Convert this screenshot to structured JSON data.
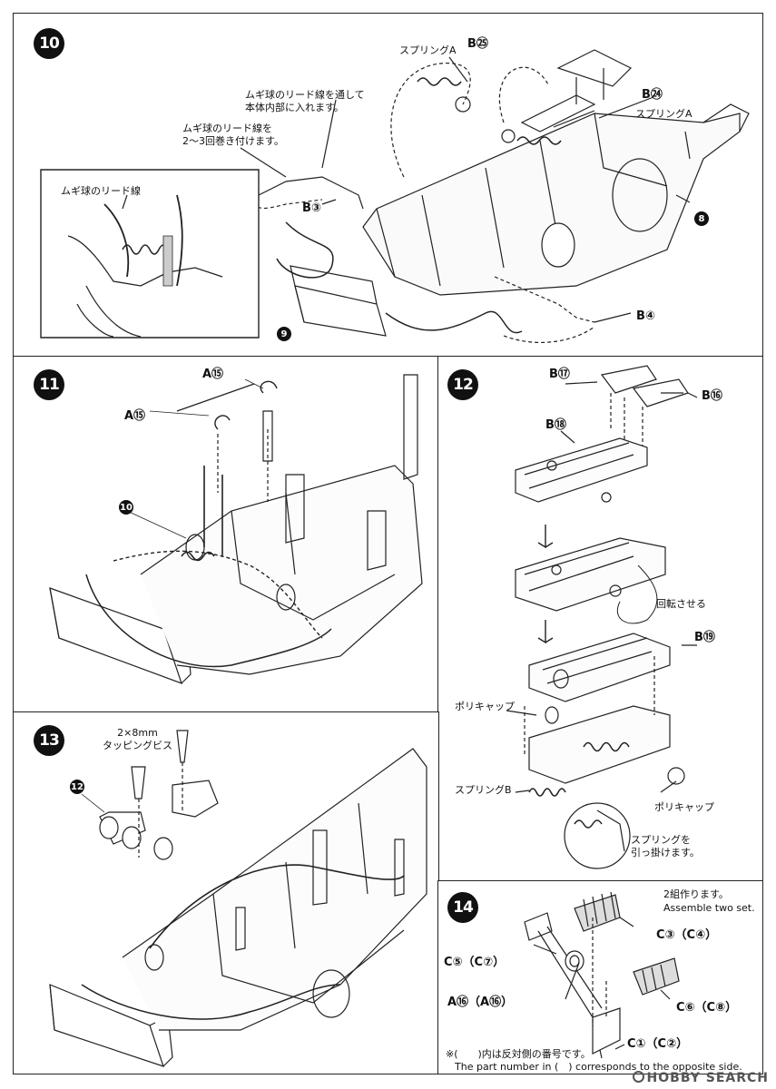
{
  "step10": {
    "number": "10",
    "label_spring_a_top": "スプリングA",
    "label_b25": "B㉕",
    "label_b24": "B㉔",
    "label_spring_a_right": "スプリングA",
    "label_lead_through": "ムギ球のリード線を通して\n本体内部に入れます。",
    "label_lead_wind": "ムギ球のリード線を\n2～3回巻き付けます。",
    "inset_title": "ムギ球のリード線",
    "label_b3": "B③",
    "label_b4": "B④",
    "ref_8": "8",
    "ref_9": "9"
  },
  "step11": {
    "number": "11",
    "label_a15_top": "A⑮",
    "label_a15_left": "A⑮",
    "ref_10": "10"
  },
  "step12": {
    "number": "12",
    "label_b17": "B⑰",
    "label_b16": "B⑯",
    "label_b18": "B⑱",
    "label_rotate": "回転させる",
    "label_b19": "B⑲",
    "label_polycap_left": "ポリキャップ",
    "label_spring_b": "スプリングB",
    "label_polycap_right": "ポリキャップ",
    "label_hook_spring": "スプリングを\n引っ掛けます。"
  },
  "step13": {
    "number": "13",
    "label_screw": "2×8mm\nタッピングビス",
    "ref_12": "12"
  },
  "step14": {
    "number": "14",
    "label_assemble_jp": "2組作ります。",
    "label_assemble_en": "Assemble two set.",
    "label_c3": "C③（C④）",
    "label_c5": "C⑤（C⑦）",
    "label_a16": "A⑯（A⑯）",
    "label_c6": "C⑥（C⑧）",
    "label_c1": "C①（C②）",
    "note_jp": "※(　　)内は反対側の番号です。",
    "note_en": "The part number in (　) corresponds to the opposite side."
  },
  "watermark": "HOBBY SEARCH"
}
